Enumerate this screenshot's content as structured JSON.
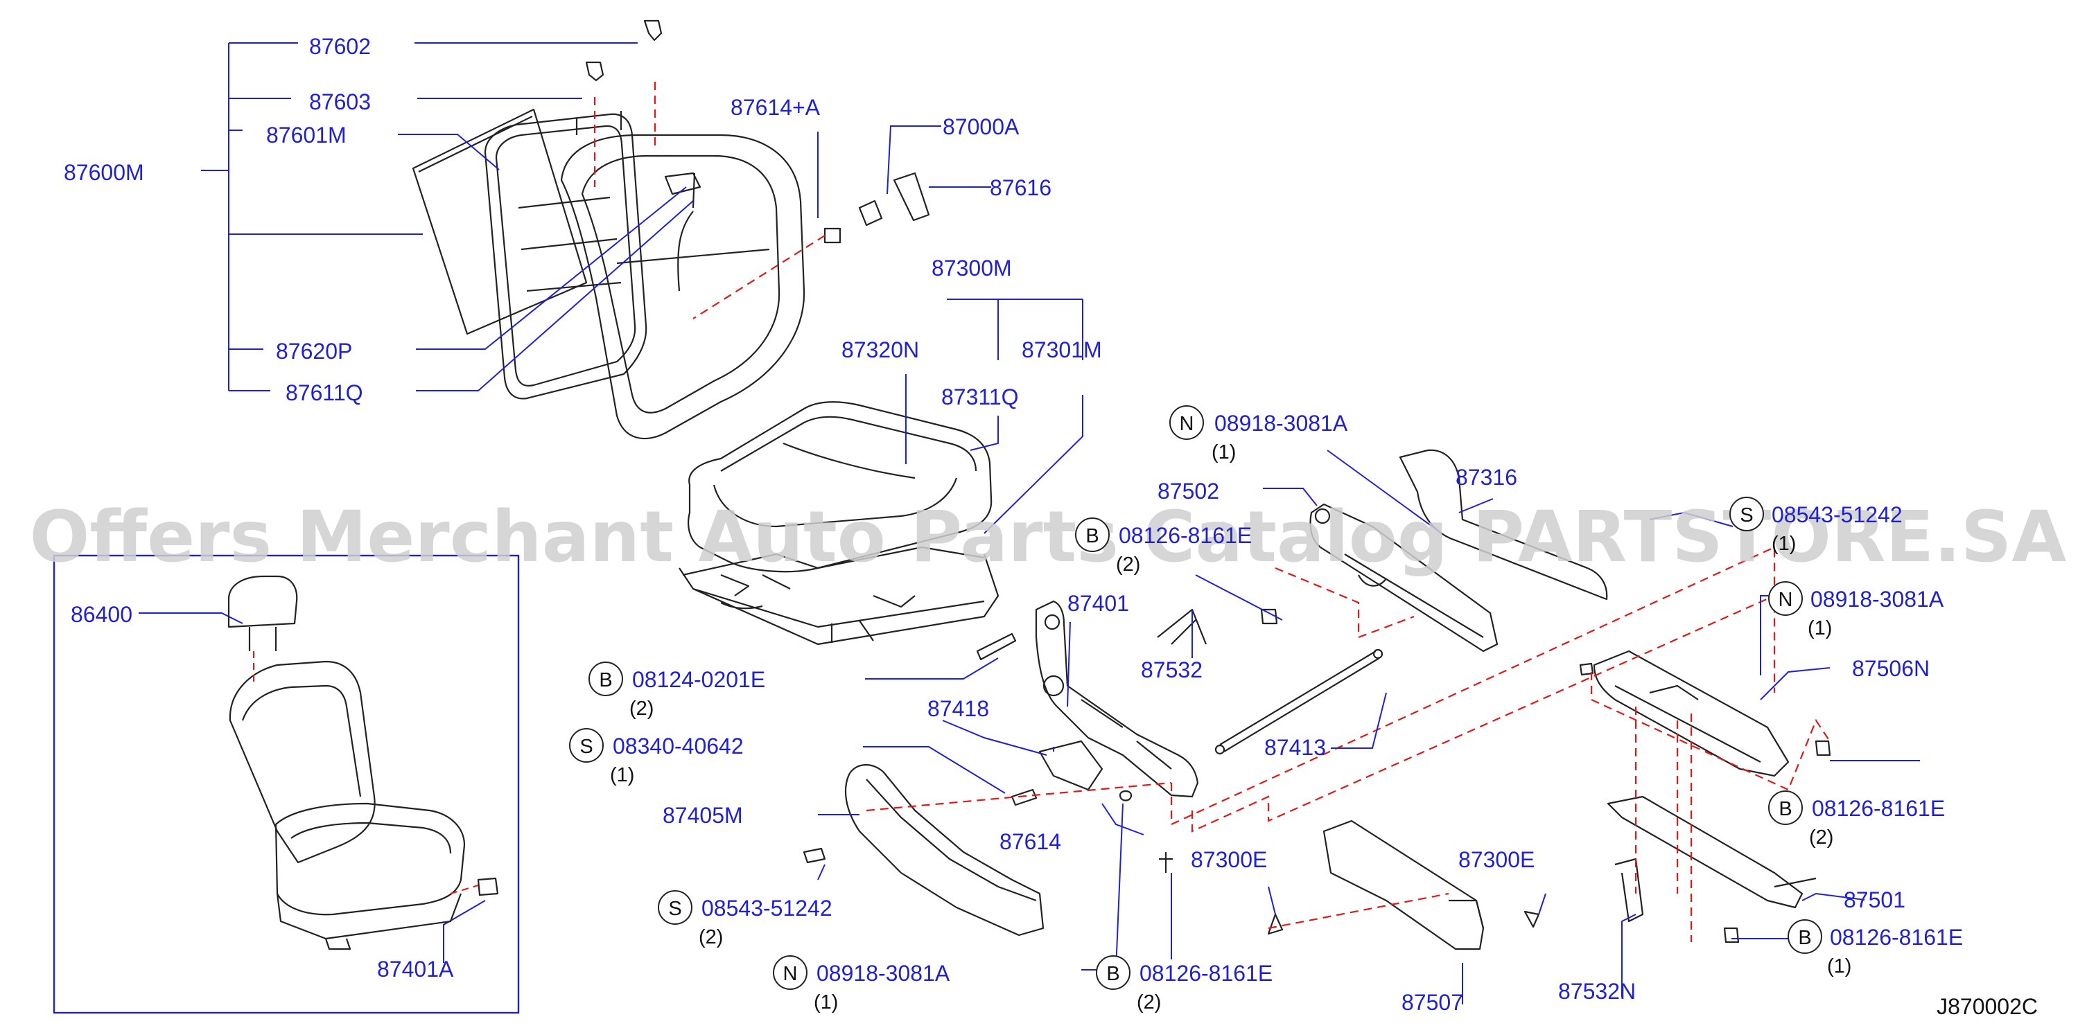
{
  "colors": {
    "label": "#1f1fd6",
    "line": "#1f1fd6",
    "drawing": "#222222",
    "hidden": "#e01818",
    "watermark": "#cfcfcf",
    "qty": "#111111"
  },
  "watermark": "Offers Merchant Auto Parts Catalog PARTSTORE.SA",
  "diagram_code": "J870002C",
  "parts": {
    "p87602": "87602",
    "p87603": "87603",
    "p87601M": "87601M",
    "p87600M": "87600M",
    "p87620P": "87620P",
    "p87611Q": "87611Q",
    "p87614A": "87614+A",
    "p87000A": "87000A",
    "p87616": "87616",
    "p87300M": "87300M",
    "p87320N": "87320N",
    "p87301M": "87301M",
    "p87311Q": "87311Q",
    "p87502": "87502",
    "p87316": "87316",
    "p87401": "87401",
    "p87532": "87532",
    "p87418": "87418",
    "p87413": "87413",
    "p87405M": "87405M",
    "p87614": "87614",
    "p87300E_a": "87300E",
    "p87300E_b": "87300E",
    "p87506N": "87506N",
    "p87501": "87501",
    "p87507": "87507",
    "p87532N": "87532N",
    "p86400": "86400",
    "p87401A": "87401A"
  },
  "fasteners": {
    "n1": {
      "letter": "N",
      "code": "08918-3081A",
      "qty": "(1)"
    },
    "b1": {
      "letter": "B",
      "code": "08126-8161E",
      "qty": "(2)"
    },
    "s1": {
      "letter": "S",
      "code": "08543-51242",
      "qty": "(1)"
    },
    "n2": {
      "letter": "N",
      "code": "08918-3081A",
      "qty": "(1)"
    },
    "b2": {
      "letter": "B",
      "code": "08124-0201E",
      "qty": "(2)"
    },
    "s2": {
      "letter": "S",
      "code": "08340-40642",
      "qty": "(1)"
    },
    "b3": {
      "letter": "B",
      "code": "08126-8161E",
      "qty": "(2)"
    },
    "s3": {
      "letter": "S",
      "code": "08543-51242",
      "qty": "(2)"
    },
    "b4": {
      "letter": "B",
      "code": "08126-8161E",
      "qty": "(1)"
    },
    "n3": {
      "letter": "N",
      "code": "08918-3081A",
      "qty": "(1)"
    },
    "b5": {
      "letter": "B",
      "code": "08126-8161E",
      "qty": "(2)"
    }
  }
}
